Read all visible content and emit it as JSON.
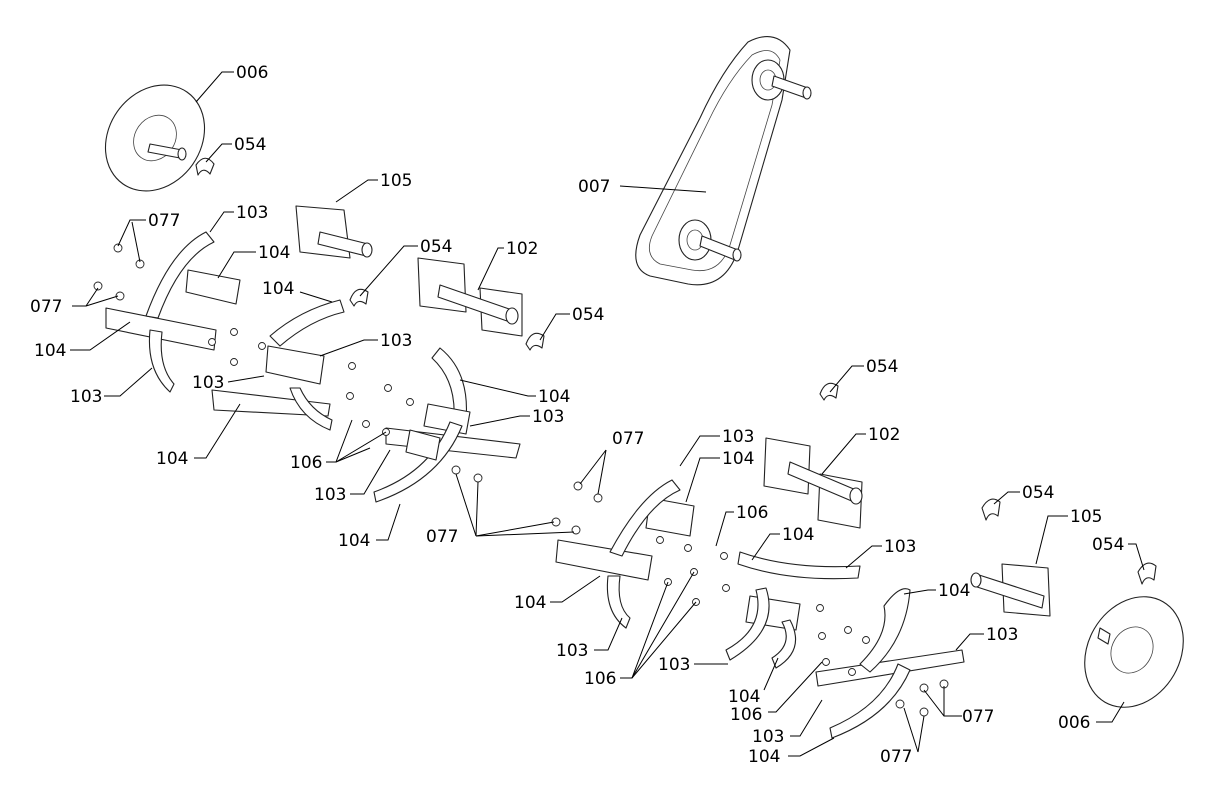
{
  "diagram": {
    "title": "",
    "callouts": [
      {
        "id": "c1",
        "text": "006"
      },
      {
        "id": "c2",
        "text": "054"
      },
      {
        "id": "c3",
        "text": "007"
      },
      {
        "id": "c4",
        "text": "105"
      },
      {
        "id": "c5",
        "text": "077"
      },
      {
        "id": "c6",
        "text": "103"
      },
      {
        "id": "c7",
        "text": "104"
      },
      {
        "id": "c8",
        "text": "054"
      },
      {
        "id": "c9",
        "text": "102"
      },
      {
        "id": "c10",
        "text": "077"
      },
      {
        "id": "c11",
        "text": "104"
      },
      {
        "id": "c12",
        "text": "054"
      },
      {
        "id": "c13",
        "text": "104"
      },
      {
        "id": "c14",
        "text": "103"
      },
      {
        "id": "c15",
        "text": "103"
      },
      {
        "id": "c16",
        "text": "103"
      },
      {
        "id": "c17",
        "text": "104"
      },
      {
        "id": "c18",
        "text": "054"
      },
      {
        "id": "c19",
        "text": "104"
      },
      {
        "id": "c20",
        "text": "103"
      },
      {
        "id": "c21",
        "text": "106"
      },
      {
        "id": "c22",
        "text": "103"
      },
      {
        "id": "c23",
        "text": "104"
      },
      {
        "id": "c24",
        "text": "077"
      },
      {
        "id": "c25",
        "text": "103"
      },
      {
        "id": "c26",
        "text": "104"
      },
      {
        "id": "c27",
        "text": "102"
      },
      {
        "id": "c28",
        "text": "077"
      },
      {
        "id": "c29",
        "text": "054"
      },
      {
        "id": "c30",
        "text": "106"
      },
      {
        "id": "c31",
        "text": "104"
      },
      {
        "id": "c32",
        "text": "105"
      },
      {
        "id": "c33",
        "text": "054"
      },
      {
        "id": "c34",
        "text": "103"
      },
      {
        "id": "c35",
        "text": "104"
      },
      {
        "id": "c36",
        "text": "104"
      },
      {
        "id": "c37",
        "text": "103"
      },
      {
        "id": "c38",
        "text": "103"
      },
      {
        "id": "c39",
        "text": "106"
      },
      {
        "id": "c40",
        "text": "103"
      },
      {
        "id": "c41",
        "text": "104"
      },
      {
        "id": "c42",
        "text": "106"
      },
      {
        "id": "c43",
        "text": "077"
      },
      {
        "id": "c44",
        "text": "103"
      },
      {
        "id": "c45",
        "text": "104"
      },
      {
        "id": "c46",
        "text": "077"
      },
      {
        "id": "c47",
        "text": "006"
      }
    ]
  }
}
